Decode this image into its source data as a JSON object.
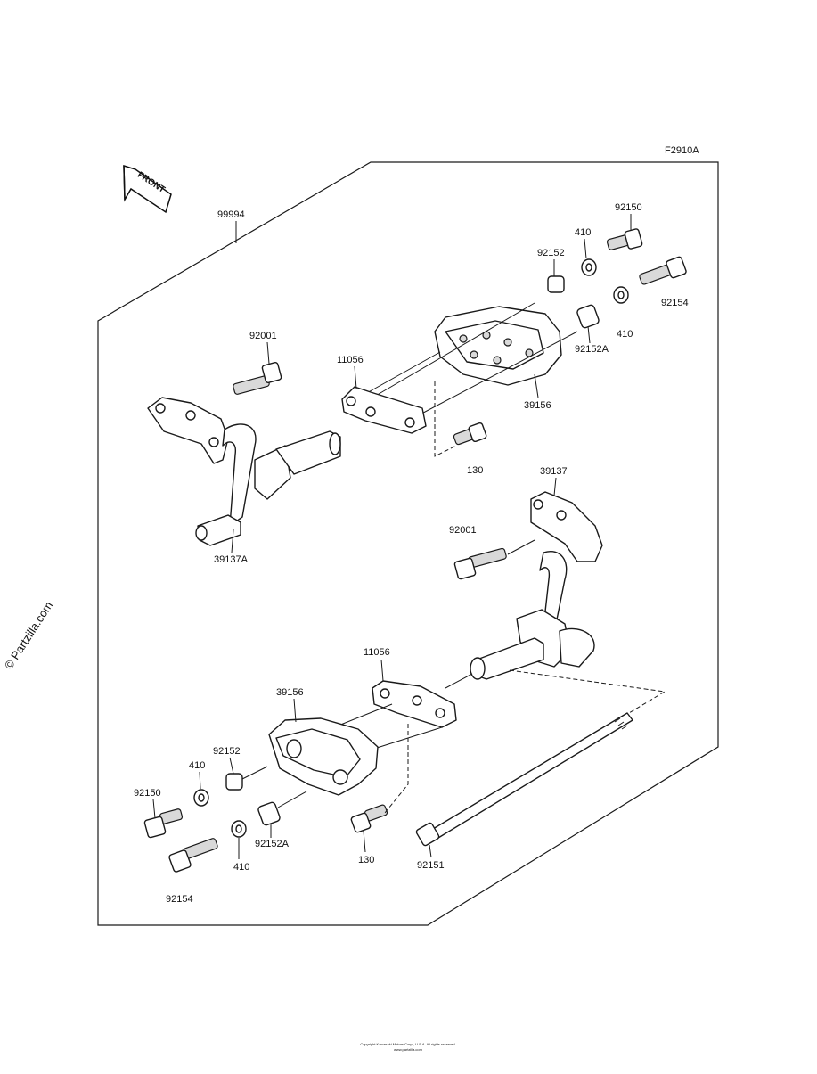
{
  "diagram_code": "F2910A",
  "front_marker": "FRONT",
  "watermark": "© Partzilla.com",
  "footer_line1": "Copyright Kawasaki Motors Corp., U.S.A. All rights reserved.",
  "footer_line2": "www.partzilla.com",
  "labels": {
    "kit": "99994",
    "bolt_92150_top": "92150",
    "washer_410_top": "410",
    "collar_92152_top": "92152",
    "bolt_92154_top": "92154",
    "washer_410_top_b": "410",
    "collar_92152a_top": "92152A",
    "bolt_92001_top": "92001",
    "bracket_11056_top": "11056",
    "slider_39156_top": "39156",
    "bolt_130_top": "130",
    "frame_39137": "39137",
    "frame_39137a": "39137A",
    "bolt_92001_mid": "92001",
    "bracket_11056_bot": "11056",
    "slider_39156_bot": "39156",
    "collar_92152_bot": "92152",
    "washer_410_bot": "410",
    "bolt_92150_bot": "92150",
    "bolt_92154_bot": "92154",
    "washer_410_bot_b": "410",
    "collar_92152a_bot": "92152A",
    "bolt_130_bot": "130",
    "rod_92151": "92151"
  }
}
